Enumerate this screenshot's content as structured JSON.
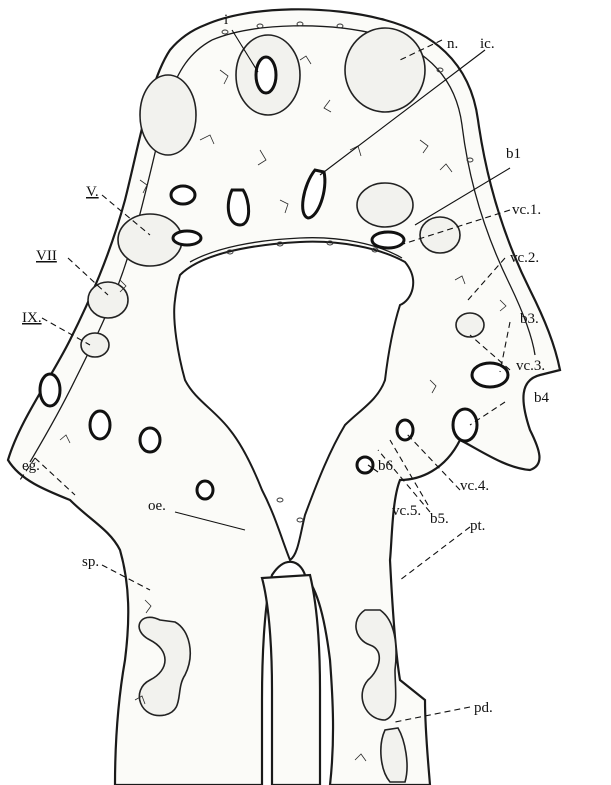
{
  "labels": {
    "i": "i",
    "n": "n.",
    "ic": "ic.",
    "b1": "b1",
    "V": "V.",
    "vc1": "vc.1.",
    "VII": "VII",
    "vc2": "vc.2.",
    "IX": "IX.",
    "b3": "b3.",
    "vc3": "vc.3.",
    "b4": "b4",
    "eg": "eg.",
    "b6": "b6",
    "vc4": "vc.4.",
    "oe": "oe.",
    "vc5": "vc.5.",
    "b5": "b5.",
    "pt": "pt.",
    "sp": "sp.",
    "pd": "pd."
  }
}
